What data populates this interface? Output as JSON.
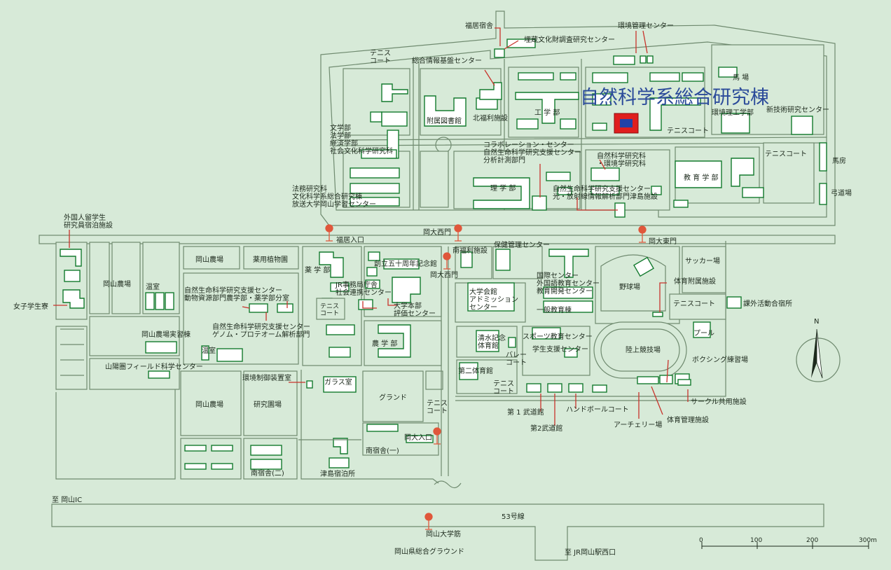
{
  "title": "自然科学系総合研究棟",
  "labels": {
    "fukui_dorm": "福居宿舎",
    "maizou": "埋蔵文化財調査研究センター",
    "kankyo_kanri": "環境管理センター",
    "tennis_north": "テニス\nコート",
    "sougou_joho": "総合情報基盤センター",
    "baba": "馬 場",
    "library": "附属図書館",
    "kitafukuri": "北福利施設",
    "kougaku": "工 学 部",
    "kankyo_riko": "環境理工学部",
    "shingiken": "新技術研究センター",
    "tennis_ne": "テニスコート",
    "tennis_e": "テニスコート",
    "bungaku": "文学部\n法学部\n経済学部\n社会文化科学研究科",
    "collab": "コラボレーション・センター\n自然生命科学研究支援センター\n分析計測部門",
    "shizen_kankyo": "自然科学研究科\n・環境学研究科",
    "kyouiku": "教 育 学 部",
    "bamboo": "馬房",
    "kyudojo": "弓道場",
    "rigaku": "理 学 部",
    "houmu": "法務研究科\n文化科学系総合研究棟\n放送大学岡山学習センター",
    "hikari": "自然生命科学研究支援センター\n光・放射線情報解析部門津島施設",
    "gaikokujin": "外国人留学生\n研究員宿泊施設",
    "fukui_gate": "福居入口",
    "nishimon": "岡大西門",
    "higashimon": "岡大東門",
    "okayama_farm_w": "岡山農場",
    "yakuyou": "薬用植物園",
    "minami_fukuri": "南福利施設",
    "hoken": "保健管理センター",
    "soccer": "サッカー場",
    "okayama_farm_l": "岡山農場",
    "onshitsu": "温室",
    "yakugaku": "薬 学 部",
    "sougetsu": "創立五十周年記念館",
    "nishimon2": "岡大西門",
    "kokusai": "国際センター\n外国語教育センター\n教育開発センター",
    "yakyu": "野球場",
    "taiiku_fuzoku": "体育附属施設",
    "jomukyoku": "JR事務局庁舎\n社会連携センター",
    "daigaku_honbu": "大学本部\n評価センター",
    "daigakukaikan": "大学会館\nアドミッション\nセンター",
    "ippan_kyoiku": "一般教育棟",
    "doubutsu": "自然生命科学研究支援センター\n動物資源部門農学部・薬学部分室",
    "tennis_c": "テニス\nコート",
    "tennis_r": "テニスコート",
    "kagai": "課外活動合宿所",
    "joshi": "女子学生寮",
    "jissyuu": "岡山農場実習棟",
    "genome": "自然生命科学研究支援センター\nゲノム・プロテオーム解析部門",
    "pool": "プール",
    "onshitsu2": "温室",
    "nogaku": "農 学 部",
    "shimizu": "清水記念\n体育館",
    "sports": "スポーツ教育センター",
    "gakusei_shien": "学生支援センター",
    "volley": "バレー\nコート",
    "rikujo": "陸上競技場",
    "sanyo": "山陽圏フィールド科学センター",
    "dai2": "第二体育館",
    "boxing": "ボクシング練習場",
    "kankyo_seigyo": "環境制御装置室",
    "glass": "ガラス室",
    "ground": "グランド",
    "tennis_s": "テニス\nコート",
    "tennis_s2": "テニス\nコート",
    "circle": "サークル共用施設",
    "okayama_farm_s": "岡山農場",
    "kenkyuuen": "研究園場",
    "budo1": "第 1 武道館",
    "handball": "ハンドボールコート",
    "archery": "アーチェリー場",
    "taiiku_kanri": "体育管理施設",
    "budo2": "第2武道館",
    "okadai_iriguchi": "岡大入口",
    "minami1": "南宿舎(一)",
    "minami2": "南宿舎(二)",
    "tsushima": "津島宿泊所",
    "okayama_ic": "至 岡山IC",
    "route53": "53号線",
    "daigakusuji": "岡山大学筋",
    "prefectural": "岡山県総合グラウンド",
    "jr": "至 JR岡山駅西口",
    "north": "N"
  },
  "scale": {
    "ticks": [
      "0",
      "100",
      "200",
      "300m"
    ]
  },
  "colors": {
    "background": "#d7ead8",
    "building_stroke": "#137a2e",
    "leader": "#c8332b",
    "highlight": "#e01e1e",
    "highlight_inner": "#2342a8",
    "title": "#2b4b9a"
  }
}
